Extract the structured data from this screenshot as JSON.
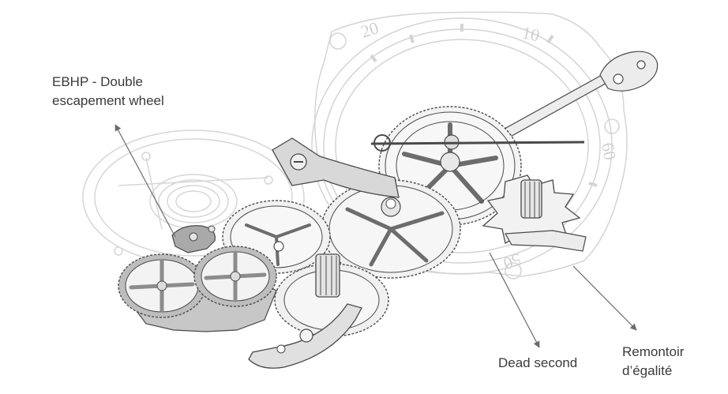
{
  "labels": {
    "ebhp": {
      "line1": "EBHP - Double",
      "line2": "escapement wheel"
    },
    "dead_second": "Dead second",
    "remontoir": {
      "line1": "Remontoir",
      "line2": "d’égalité"
    }
  },
  "dial_numbers": {
    "twenty": "20",
    "ten": "10",
    "sixty": "60",
    "fifty": "50"
  },
  "colors": {
    "label_text": "#3a3a3a",
    "arrow": "#6b6b6b",
    "ghost": "#d4d4d4",
    "line": "#4a4a4a",
    "metal_light": "#e6e6e6",
    "metal_dark": "#a9a9a9"
  }
}
